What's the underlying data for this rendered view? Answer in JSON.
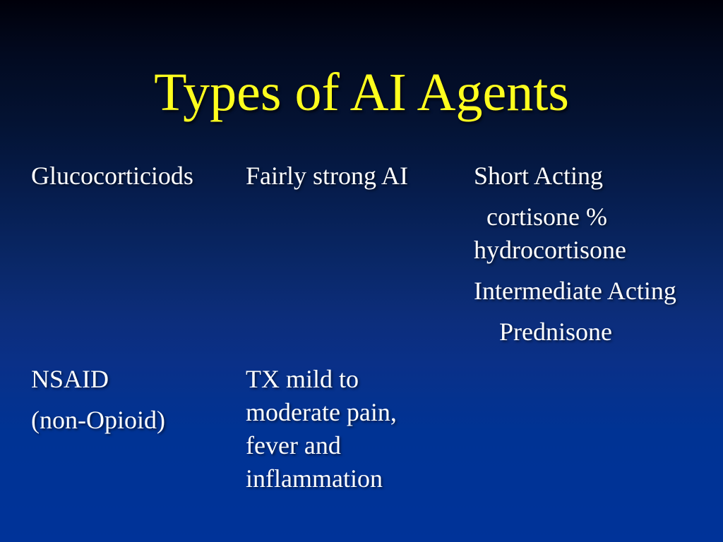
{
  "slide": {
    "title": "Types of AI Agents",
    "colors": {
      "title_text": "#ffff1e",
      "body_text": "#ffffff",
      "background_top": "#00000a",
      "background_bottom": "#003399"
    },
    "table": {
      "rows": [
        {
          "cells": [
            {
              "paragraphs": [
                "Glucocorticiods"
              ]
            },
            {
              "paragraphs": [
                "Fairly strong AI"
              ]
            },
            {
              "paragraphs": [
                "Short Acting",
                "  cortisone %\nhydrocortisone",
                "Intermediate Acting",
                "    Prednisone"
              ]
            }
          ]
        },
        {
          "cells": [
            {
              "paragraphs": [
                "NSAID",
                "(non-Opioid)"
              ]
            },
            {
              "paragraphs": [
                "TX mild to\nmoderate pain,\nfever and\ninflammation"
              ]
            },
            {
              "paragraphs": []
            }
          ]
        }
      ]
    }
  }
}
